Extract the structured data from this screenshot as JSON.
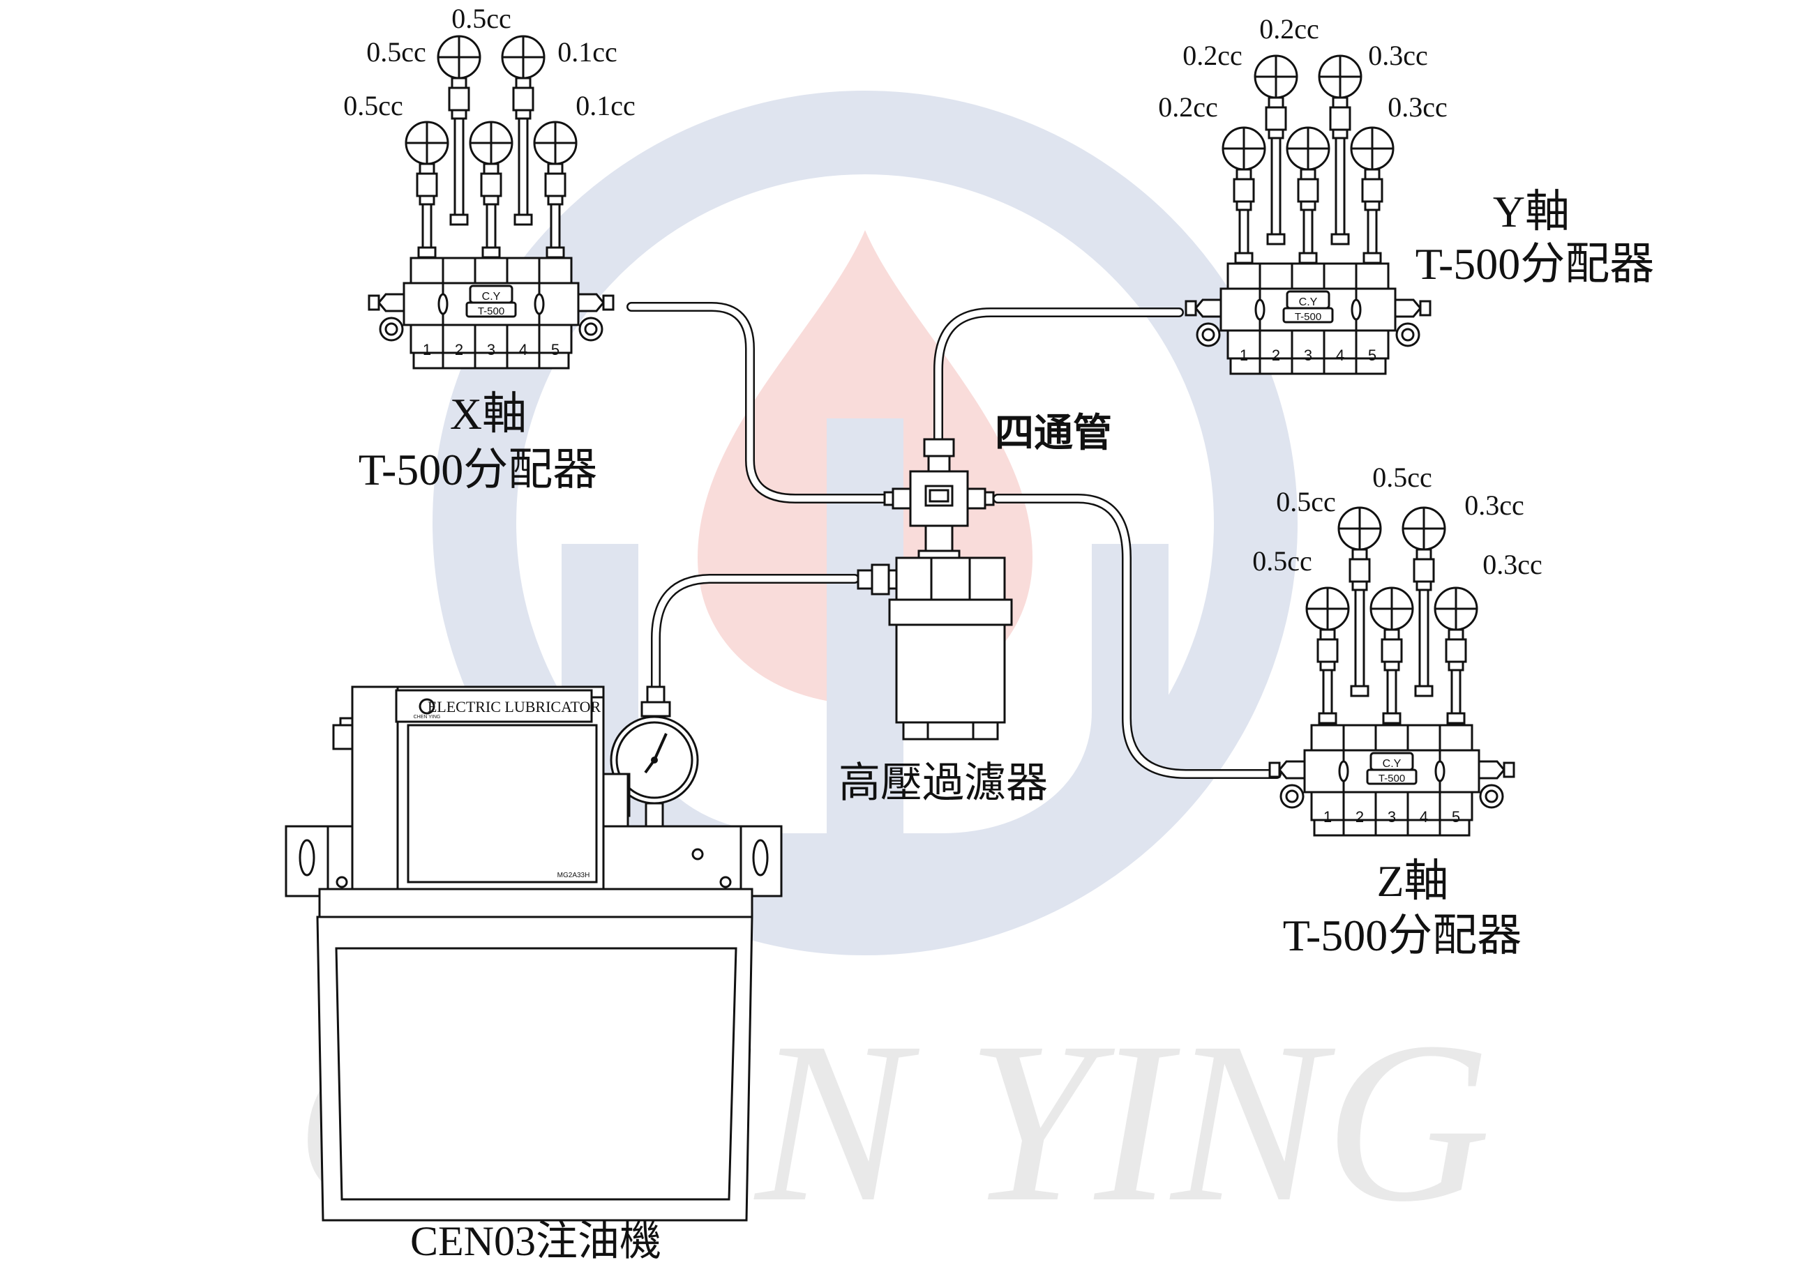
{
  "watermark": {
    "text": "CHEN YING"
  },
  "x_axis_distributor": {
    "axis_label": "X軸",
    "model_label": "T-500分配器",
    "upper_left_cc": "0.5cc",
    "upper_center_cc": "0.5cc",
    "upper_right_cc": "0.1cc",
    "lower_left_cc": "0.5cc",
    "lower_right_cc": "0.1cc",
    "plate_brand": "C.Y",
    "plate_model": "T-500",
    "port_numbers": [
      "1",
      "2",
      "3",
      "4",
      "5"
    ]
  },
  "y_axis_distributor": {
    "axis_label": "Y軸",
    "model_label": "T-500分配器",
    "upper_left_cc": "0.2cc",
    "upper_center_cc": "0.2cc",
    "upper_right_cc": "0.3cc",
    "lower_left_cc": "0.2cc",
    "lower_right_cc": "0.3cc",
    "plate_brand": "C.Y",
    "plate_model": "T-500",
    "port_numbers": [
      "1",
      "2",
      "3",
      "4",
      "5"
    ]
  },
  "z_axis_distributor": {
    "axis_label": "Z軸",
    "model_label": "T-500分配器",
    "upper_left_cc": "0.5cc",
    "upper_center_cc": "0.5cc",
    "upper_right_cc": "0.3cc",
    "lower_left_cc": "0.5cc",
    "lower_right_cc": "0.3cc",
    "plate_brand": "C.Y",
    "plate_model": "T-500",
    "port_numbers": [
      "1",
      "2",
      "3",
      "4",
      "5"
    ]
  },
  "four_way_pipe": {
    "label": "四通管"
  },
  "high_pressure_filter": {
    "label": "高壓過濾器"
  },
  "lubricator": {
    "label": "CEN03注油機",
    "panel_text": "ELECTRIC LUBRICATOR",
    "brand_text": "CHEN YING",
    "model_code": "MG2A33H"
  },
  "colors": {
    "watermark_blue": "#dfe4ef",
    "watermark_red": "#f9dcda",
    "watermark_text": "#e9e9e9",
    "line": "#111111"
  }
}
